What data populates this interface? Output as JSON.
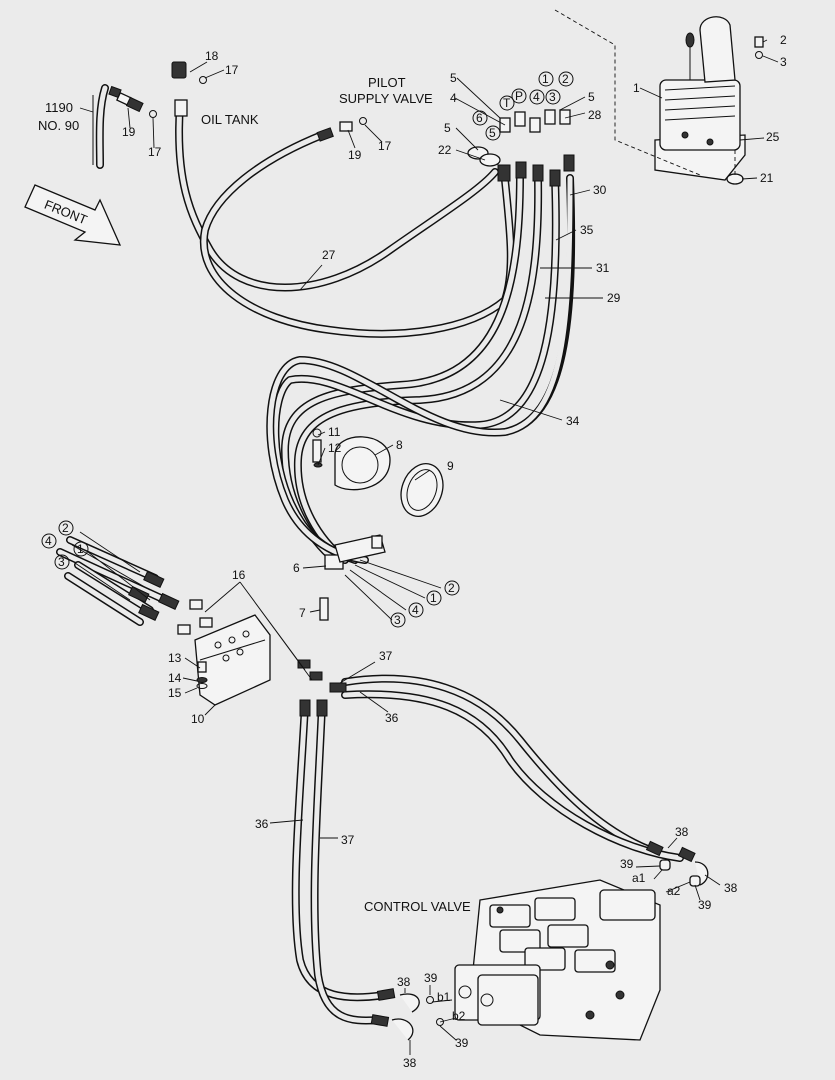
{
  "labels": {
    "ref": "1190\nNO. 90",
    "ref_l1": "1190",
    "ref_l2": "NO. 90",
    "oil_tank": "OIL TANK",
    "pilot_l1": "PILOT",
    "pilot_l2": "SUPPLY VALVE",
    "control_valve": "CONTROL VALVE",
    "front": "FRONT"
  },
  "parts": {
    "p1": "1",
    "p2": "2",
    "p3": "3",
    "p4": "4",
    "p5": "5",
    "p6": "6",
    "p7": "7",
    "p8": "8",
    "p9": "9",
    "p10": "10",
    "p11": "11",
    "p12": "12",
    "p13": "13",
    "p14": "14",
    "p15": "15",
    "p16": "16",
    "p17": "17",
    "p18": "18",
    "p19": "19",
    "p21": "21",
    "p22": "22",
    "p25": "25",
    "p27": "27",
    "p28": "28",
    "p29": "29",
    "p30": "30",
    "p31": "31",
    "p34": "34",
    "p35": "35",
    "p36": "36",
    "p37": "37",
    "p38": "38",
    "p39": "39"
  },
  "ports": {
    "a1": "a1",
    "a2": "a2",
    "b1": "b1",
    "b2": "b2",
    "T": "T",
    "P": "P"
  },
  "circled": {
    "c1": "1",
    "c2": "2",
    "c3": "3",
    "c4": "4",
    "c5": "5",
    "c6": "6"
  }
}
